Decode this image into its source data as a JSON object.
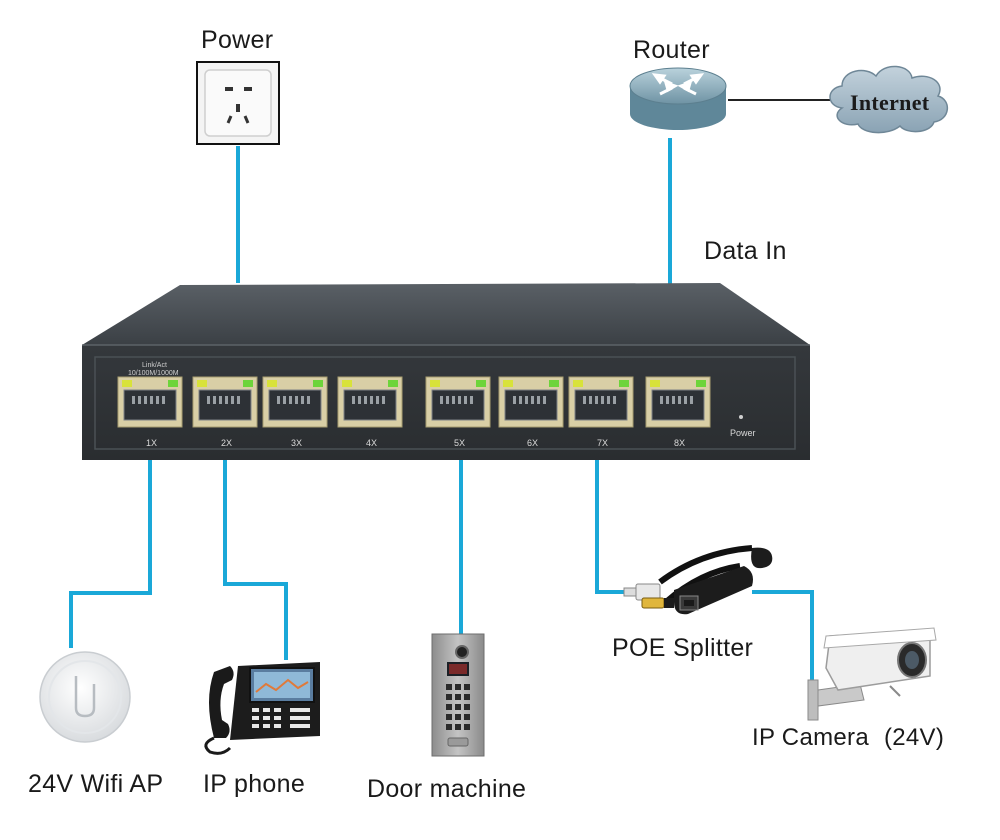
{
  "labels": {
    "power": "Power",
    "router": "Router",
    "internet": "Internet",
    "data_in": "Data In",
    "wifi_ap": "24V Wifi AP",
    "ip_phone": "IP phone",
    "door_machine": "Door machine",
    "poe_splitter": "POE Splitter",
    "ip_camera": "IP Camera",
    "ip_camera_voltage": "(24V)"
  },
  "switch": {
    "link_act": "Link/Act",
    "speed": "10/100M/1000M",
    "power_led": "Power",
    "ports": [
      "1X",
      "2X",
      "3X",
      "4X",
      "5X",
      "6X",
      "7X",
      "8X"
    ]
  },
  "colors": {
    "cable": "#1aa8d8",
    "switch_body": "#3a3f44",
    "led_green": "#6dd43a",
    "led_yellow": "#d8e23a"
  },
  "icons": {
    "power_socket": "power-socket-icon",
    "router": "router-icon",
    "internet": "cloud-icon",
    "wifi_ap": "wifi-access-point-icon",
    "ip_phone": "ip-phone-icon",
    "door_machine": "door-intercom-icon",
    "poe_splitter": "poe-splitter-icon",
    "ip_camera": "ip-camera-icon"
  }
}
